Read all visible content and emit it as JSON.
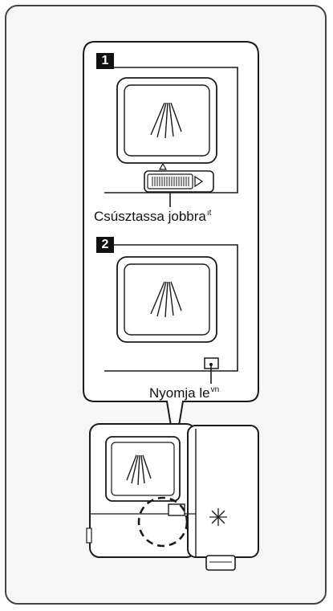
{
  "step1": {
    "number": "1",
    "caption": "Csúsztassa jobbra",
    "caption_suffix": "ıt"
  },
  "step2": {
    "number": "2",
    "caption": "Nyomja le",
    "caption_suffix": "vn"
  },
  "colors": {
    "line": "#1a1a1a",
    "frame": "#444444",
    "panel": "#ffffff",
    "background": "#f6f6f6"
  },
  "icons": [
    "spray-icon",
    "sun-icon",
    "arrow-right-icon",
    "arrow-up-icon"
  ]
}
